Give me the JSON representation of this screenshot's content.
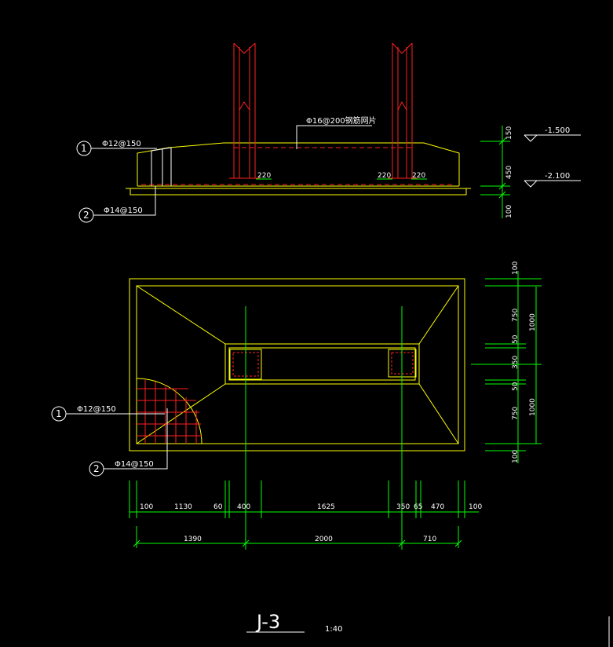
{
  "section": {
    "callouts": [
      {
        "num": "1",
        "text": "Φ12@150"
      },
      {
        "num": "2",
        "text": "Φ14@150"
      }
    ],
    "mesh_label": "Φ16@200钢筋网片",
    "dim_220": [
      "220",
      "220",
      "220"
    ],
    "elevations": [
      "-1.500",
      "-2.100"
    ],
    "vdims": [
      "150",
      "450",
      "100"
    ]
  },
  "plan": {
    "callouts": [
      {
        "num": "1",
        "text": "Φ12@150"
      },
      {
        "num": "2",
        "text": "Φ14@150"
      }
    ],
    "right_dims_inner": [
      "100",
      "750",
      "50",
      "350",
      "50",
      "750",
      "100"
    ],
    "right_dims_outer": [
      "1000",
      "1000"
    ],
    "bottom_dims_1": [
      "100",
      "1130",
      "60",
      "400",
      "1625",
      "350",
      "65",
      "470",
      "100"
    ],
    "bottom_dims_2": [
      "1390",
      "2000",
      "710"
    ]
  },
  "title": {
    "name": "J-3",
    "scale": "1:40"
  }
}
